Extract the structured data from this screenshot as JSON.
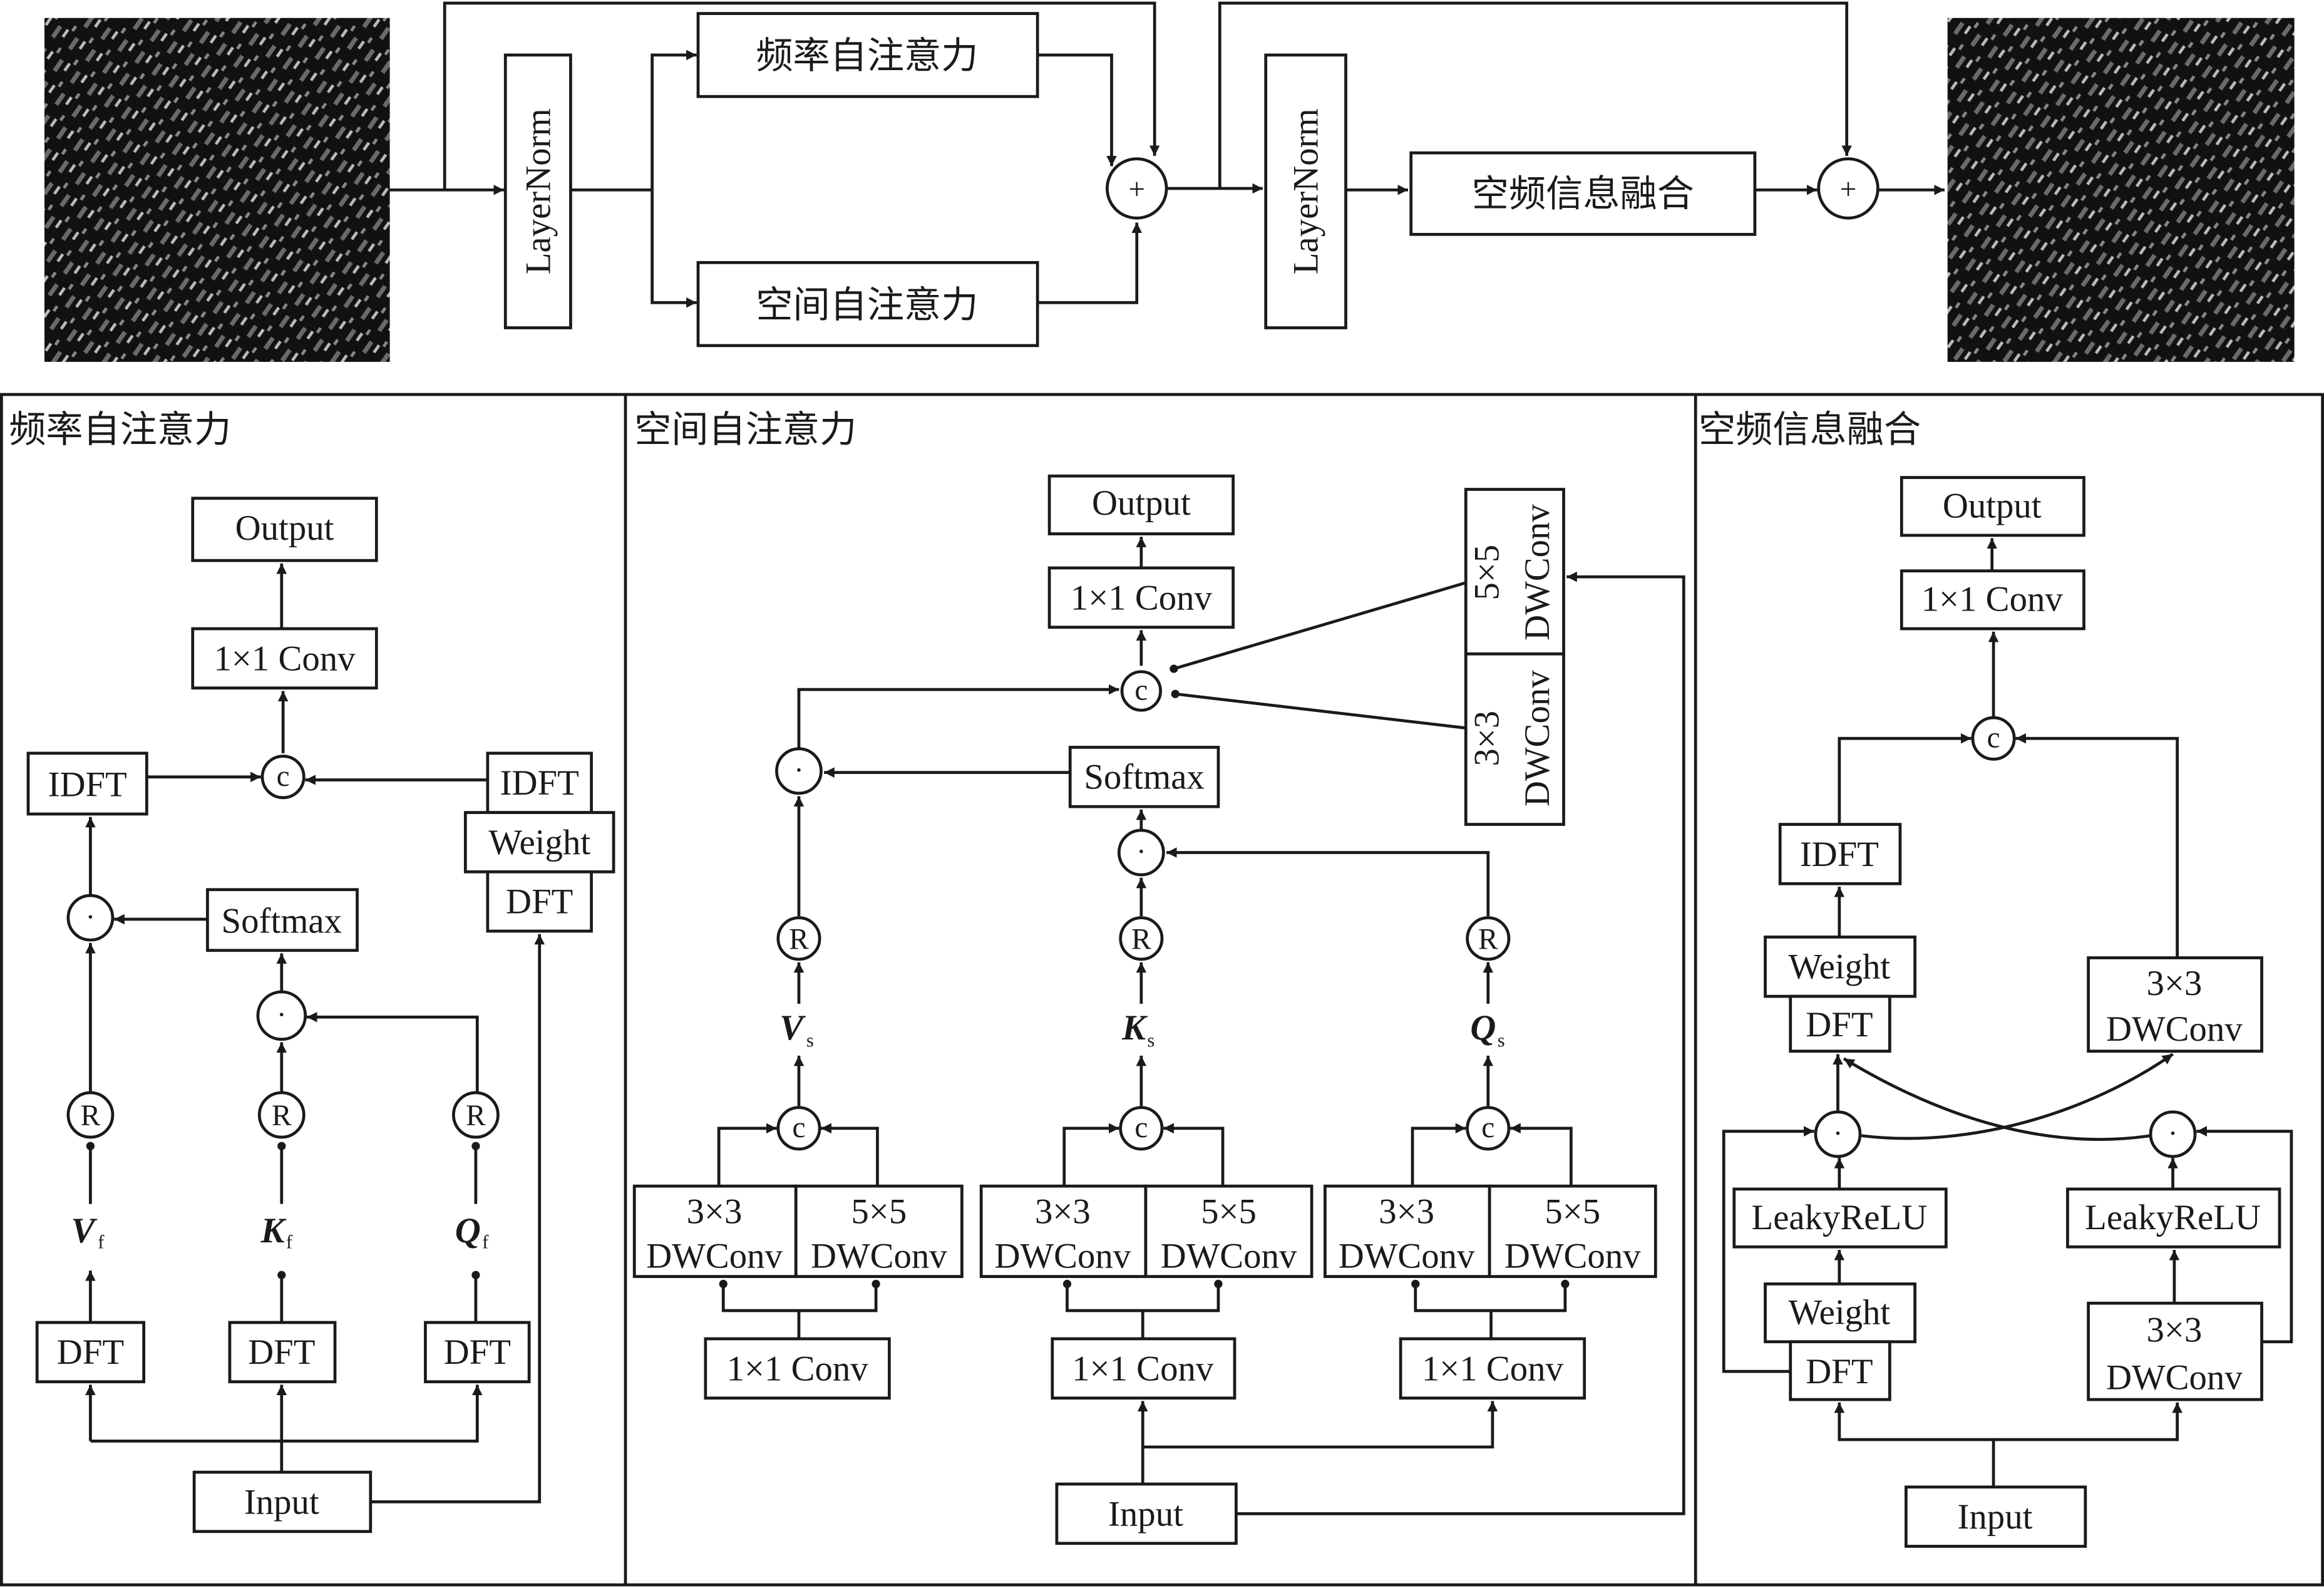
{
  "top": {
    "layernorm_1": "LayerNorm",
    "layernorm_2": "LayerNorm",
    "freq_attention": "频率自注意力",
    "spatial_attention": "空间自注意力",
    "fusion": "空频信息融合",
    "add_symbol": "+",
    "input_image": "sonar-image-input",
    "output_image": "sonar-image-output"
  },
  "panels": {
    "freq": {
      "title": "频率自注意力",
      "output": "Output",
      "conv": "1×1 Conv",
      "idft_left": "IDFT",
      "idft_right": "IDFT",
      "weight": "Weight",
      "dft_right": "DFT",
      "softmax": "Softmax",
      "dft_v": "DFT",
      "dft_k": "DFT",
      "dft_q": "DFT",
      "input": "Input",
      "v": "V",
      "k": "K",
      "q": "Q",
      "subscript": "f",
      "concat": "c",
      "reshape": "R",
      "mult": "·"
    },
    "spatial": {
      "title": "空间自注意力",
      "output": "Output",
      "conv": "1×1 Conv",
      "softmax": "Softmax",
      "dw5_side_a": "5×5",
      "dw5_side_b": "DWConv",
      "dw3_side_a": "3×3",
      "dw3_side_b": "DWConv",
      "v": "V",
      "k": "K",
      "q": "Q",
      "subscript": "s",
      "dw3": "3×3",
      "dw5": "5×5",
      "dwconv": "DWConv",
      "conv_v": "1×1 Conv",
      "conv_k": "1×1 Conv",
      "conv_q": "1×1 Conv",
      "input": "Input",
      "concat": "c",
      "reshape": "R",
      "mult": "·"
    },
    "fusion": {
      "title": "空频信息融合",
      "output": "Output",
      "conv": "1×1 Conv",
      "idft": "IDFT",
      "weight_top": "Weight",
      "dft_top": "DFT",
      "dw_top_a": "3×3",
      "dw_top_b": "DWConv",
      "leaky_left": "LeakyReLU",
      "leaky_right": "LeakyReLU",
      "weight_bottom": "Weight",
      "dft_bottom": "DFT",
      "dw_bottom_a": "3×3",
      "dw_bottom_b": "DWConv",
      "input": "Input",
      "concat": "c",
      "mult": "·"
    }
  }
}
